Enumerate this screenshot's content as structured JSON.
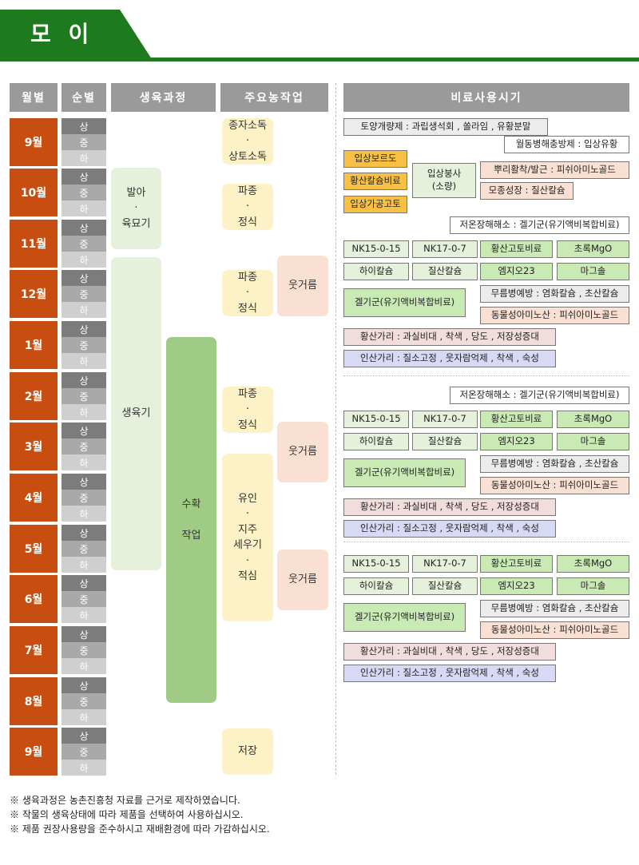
{
  "title": "모 이",
  "headers": {
    "month": "월별",
    "period": "순별",
    "stage": "생육과정",
    "work": "주요농작업",
    "fert": "비료사용시기"
  },
  "months": [
    "9월",
    "10월",
    "11월",
    "12월",
    "1월",
    "2월",
    "3월",
    "4월",
    "5월",
    "6월",
    "7월",
    "8월",
    "9월"
  ],
  "levels": [
    "상",
    "중",
    "하"
  ],
  "stages": {
    "germ": "발아\n·\n육묘기",
    "grow": "생육기",
    "harvest": "수확\n\n작업"
  },
  "works": {
    "seed": "종자소독\n·\n상토소독",
    "sow1": "파종\n·\n정식",
    "sow2": "파종\n·\n정식",
    "sow3": "파종\n·\n정식",
    "top1": "웃거름",
    "top2": "웃거름",
    "top3": "웃거름",
    "guide": "유인\n·\n지주\n세우기\n·\n적심",
    "store": "저장"
  },
  "fert": {
    "soil": "토양개량제 : 과립생석회 , 쏠라임 , 유황분말",
    "overwinter": "월동병해충방제 : 입상유황",
    "boron": "입상보르도",
    "sulfur_ca": "황산칼슘비료",
    "granule": "입상가공고토",
    "ibongsa": "입상붕사\n(소량)",
    "root": "뿌리활착/발근 : 피쉬아미노골드",
    "seedling": "모종성장 : 질산칼슘",
    "lowtemp": "저온장해해소 : 겔기군(유기액비복합비료)",
    "nk15": "NK15-0-15",
    "nk17": "NK17-0-7",
    "sulfur_go": "황산고토비료",
    "mgo": "초록MgO",
    "hikal": "하이칼슘",
    "nitcal": "질산칼슘",
    "emji": "엠지오23",
    "magsol": "마그솔",
    "gelgi": "겔기군(유기액비복합비료)",
    "softrot": "무름병예방 : 염화칼슘 , 초산칼슘",
    "animal": "동물성아미노산 : 피쉬아미노골드",
    "sulfur_k": "황산가리 : 과실비대 , 착색 , 당도 , 저장성증대",
    "phos_k": "인산가리 : 질소고정 , 웃자람억제 , 착색 , 숙성"
  },
  "notes": [
    "※ 생육과정은 농촌진흥청 자료를 근거로 제작하였습니다.",
    "※ 작물의 생육상태에 따라 제품을 선택하여 사용하십시오.",
    "※ 제품 권장사용량을 준수하시고 재배환경에 따라 가감하십시오."
  ]
}
